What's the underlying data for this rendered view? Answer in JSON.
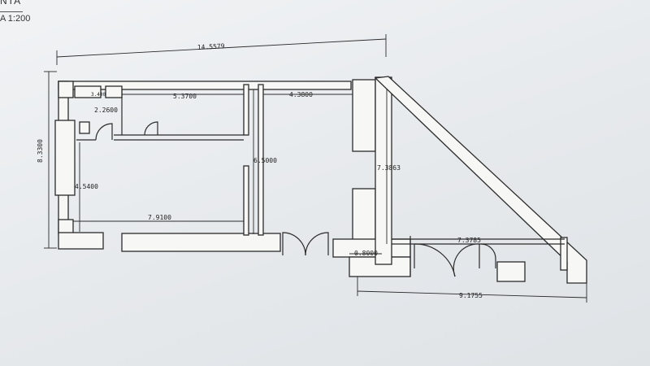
{
  "header": {
    "title": "NTA",
    "scale": "A 1:200"
  },
  "dimensions": {
    "total_top": "14.5579",
    "left_height": "8.3300",
    "small_top": "3.400",
    "bath_depth": "2.2600",
    "room_top": "5.3700",
    "hall_top": "4.3800",
    "partition": "6.5000",
    "left_inner": "4.5400",
    "room_bottom": "7.9100",
    "right_vertical": "7.3863",
    "step": "0.8000",
    "right_width": "7.3785",
    "bottom_total": "9.1755"
  },
  "colors": {
    "paper": "#eef0f2",
    "ink": "#2b2b2b",
    "wall_fill": "#f7f7f5"
  }
}
